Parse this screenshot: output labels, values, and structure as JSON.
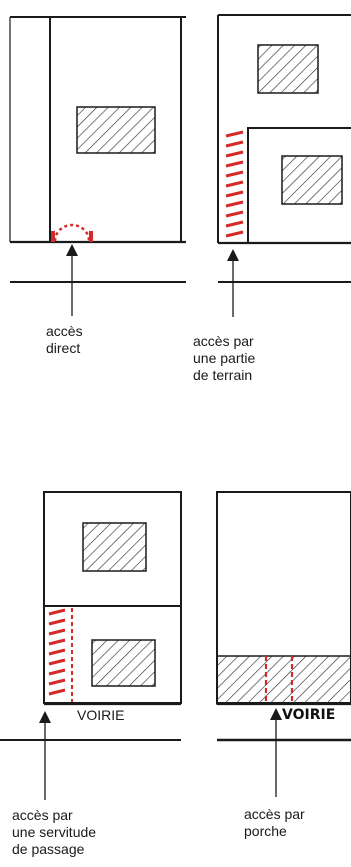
{
  "panels": {
    "direct": {
      "caption_lines": [
        "accès",
        "direct"
      ]
    },
    "terrain": {
      "caption_lines": [
        "accès par",
        "une partie",
        "de terrain"
      ]
    },
    "servitude": {
      "caption_lines": [
        "accès par",
        "une servitude",
        "de passage"
      ],
      "road_label": "VOIRIE"
    },
    "porche": {
      "caption_lines": [
        "accès par",
        "porche"
      ],
      "road_label": "VOIRIE"
    }
  },
  "colors": {
    "line": "#1a1a1a",
    "hatch": "#333333",
    "access": "#d42a2a"
  }
}
